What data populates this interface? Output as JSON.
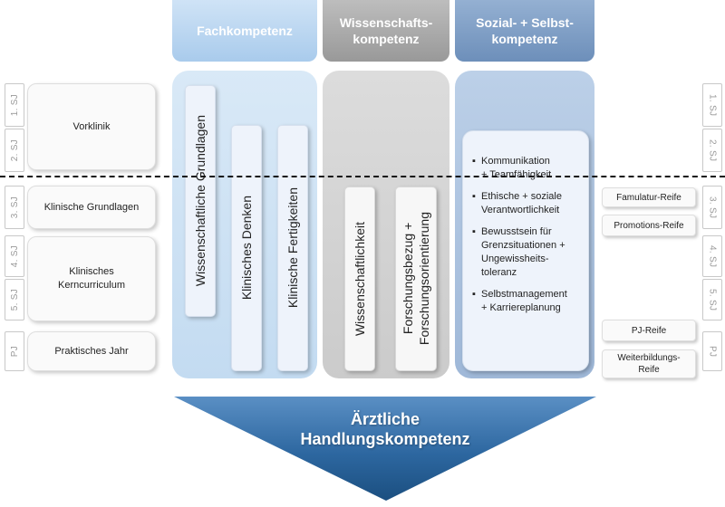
{
  "columns": {
    "fach": {
      "title": "Fachkompetenz"
    },
    "wiss": {
      "title": "Wissenschafts-\nkompetenz"
    },
    "sozial": {
      "title": "Sozial- + Selbst-\nkompetenz"
    }
  },
  "years_left": [
    "1. SJ",
    "2. SJ",
    "3. SJ",
    "4. SJ",
    "5. SJ",
    "PJ"
  ],
  "years_right": [
    "1. SJ",
    "2. SJ",
    "3. SJ",
    "4. SJ",
    "5. SJ",
    "PJ"
  ],
  "phases": {
    "vorklinik": "Vorklinik",
    "klinische_grundlagen": "Klinische Grundlagen",
    "kerncurriculum": "Klinisches\nKerncurriculum",
    "praktisches_jahr": "Praktisches Jahr"
  },
  "fach_cards": {
    "grundlagen": "Wissenschaftliche  Grundlagen",
    "denken": "Klinisches Denken",
    "fertigkeiten": "Klinische  Fertigkeiten"
  },
  "wiss_cards": {
    "wissenschaftlichkeit": "Wissenschaftlichkeit",
    "forschung": "Forschungsbezug  +\nForschungsorientierung"
  },
  "sozial_items": [
    "Kommunikation\n+ Teamfähigkeit",
    "Ethische + soziale\nVerantwortlichkeit",
    "Bewusstsein für\nGrenzsituationen +\nUngewissheits-\ntoleranz",
    "Selbstmanagement\n+ Karriereplanung"
  ],
  "bullet": "▪",
  "reife": {
    "famulatur": "Famulatur-Reife",
    "promotion": "Promotions-Reife",
    "pj": "PJ-Reife",
    "weiterbildung": "Weiterbildungs-\nReife"
  },
  "bottom": {
    "title": "Ärztliche\nHandlungskompetenz"
  },
  "colors": {
    "fach_header": "#b9d6ef",
    "fach_panel": "#cfe3f5",
    "wiss_header": "#a8a8a8",
    "wiss_panel": "#d3d3d3",
    "sozial_header": "#7f9ec4",
    "sozial_panel": "#aec3de",
    "arrow_dark": "#1f5587",
    "arrow_light": "#4f86bd"
  }
}
